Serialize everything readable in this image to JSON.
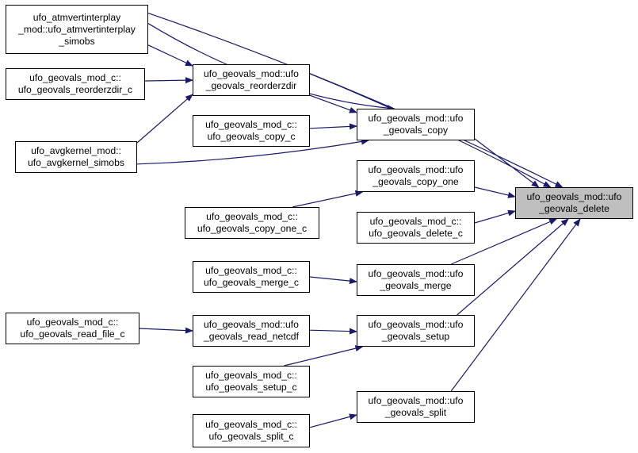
{
  "graph": {
    "edge_color": "#191970",
    "root_fill": "#bfbfbf",
    "nodes": {
      "atmvert": {
        "lines": [
          "ufo_atmvertinterplay",
          "_mod::ufo_atmvertinterplay",
          "_simobs"
        ]
      },
      "reorderc": {
        "lines": [
          "ufo_geovals_mod_c::",
          "ufo_geovals_reorderzdir_c"
        ]
      },
      "avgkernel": {
        "lines": [
          "ufo_avgkernel_mod::",
          "ufo_avgkernel_simobs"
        ]
      },
      "readfilec": {
        "lines": [
          "ufo_geovals_mod_c::",
          "ufo_geovals_read_file_c"
        ]
      },
      "reorder": {
        "lines": [
          "ufo_geovals_mod::ufo",
          "_geovals_reorderzdir"
        ]
      },
      "copyc": {
        "lines": [
          "ufo_geovals_mod_c::",
          "ufo_geovals_copy_c"
        ]
      },
      "copyonec": {
        "lines": [
          "ufo_geovals_mod_c::",
          "ufo_geovals_copy_one_c"
        ]
      },
      "mergec": {
        "lines": [
          "ufo_geovals_mod_c::",
          "ufo_geovals_merge_c"
        ]
      },
      "readnetcdf": {
        "lines": [
          "ufo_geovals_mod::ufo",
          "_geovals_read_netcdf"
        ]
      },
      "setupc": {
        "lines": [
          "ufo_geovals_mod_c::",
          "ufo_geovals_setup_c"
        ]
      },
      "splitc": {
        "lines": [
          "ufo_geovals_mod_c::",
          "ufo_geovals_split_c"
        ]
      },
      "copy": {
        "lines": [
          "ufo_geovals_mod::ufo",
          "_geovals_copy"
        ]
      },
      "copyone": {
        "lines": [
          "ufo_geovals_mod::ufo",
          "_geovals_copy_one"
        ]
      },
      "deletec": {
        "lines": [
          "ufo_geovals_mod_c::",
          "ufo_geovals_delete_c"
        ]
      },
      "merge": {
        "lines": [
          "ufo_geovals_mod::ufo",
          "_geovals_merge"
        ]
      },
      "setup": {
        "lines": [
          "ufo_geovals_mod::ufo",
          "_geovals_setup"
        ]
      },
      "split": {
        "lines": [
          "ufo_geovals_mod::ufo",
          "_geovals_split"
        ]
      },
      "delete": {
        "lines": [
          "ufo_geovals_mod::ufo",
          "_geovals_delete"
        ],
        "root": true
      }
    },
    "edges": [
      [
        "atmvert",
        "reorder"
      ],
      [
        "atmvert",
        "copy"
      ],
      [
        "atmvert",
        "delete"
      ],
      [
        "reorderc",
        "reorder"
      ],
      [
        "avgkernel",
        "reorder"
      ],
      [
        "avgkernel",
        "copy"
      ],
      [
        "reorder",
        "copy"
      ],
      [
        "reorder",
        "delete"
      ],
      [
        "copyc",
        "copy"
      ],
      [
        "copy",
        "delete"
      ],
      [
        "copyonec",
        "copyone"
      ],
      [
        "copyone",
        "delete"
      ],
      [
        "deletec",
        "delete"
      ],
      [
        "mergec",
        "merge"
      ],
      [
        "merge",
        "delete"
      ],
      [
        "readfilec",
        "readnetcdf"
      ],
      [
        "readnetcdf",
        "setup"
      ],
      [
        "setupc",
        "setup"
      ],
      [
        "setup",
        "delete"
      ],
      [
        "splitc",
        "split"
      ],
      [
        "split",
        "delete"
      ]
    ]
  }
}
